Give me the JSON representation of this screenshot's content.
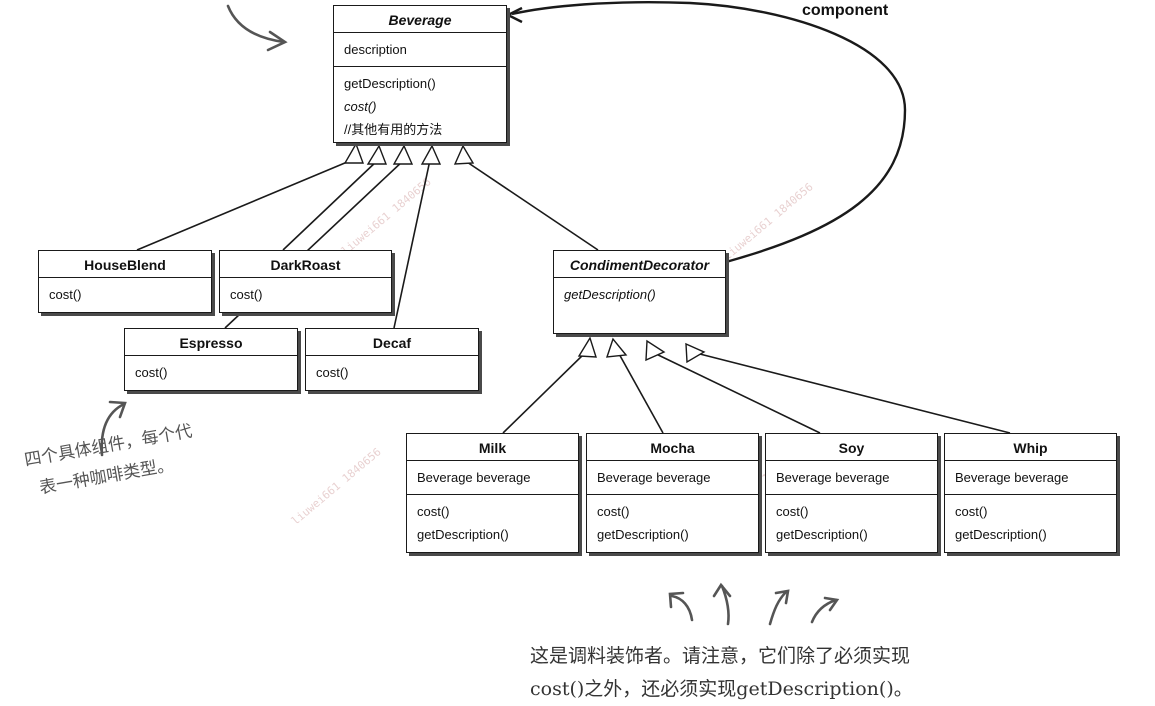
{
  "labels": {
    "component": "component"
  },
  "classes": {
    "beverage": {
      "name": "Beverage",
      "attrs": [
        "description"
      ],
      "methods": [
        "getDescription()",
        "cost()",
        "//其他有用的方法"
      ]
    },
    "houseblend": {
      "name": "HouseBlend",
      "methods": [
        "cost()"
      ]
    },
    "darkroast": {
      "name": "DarkRoast",
      "methods": [
        "cost()"
      ]
    },
    "espresso": {
      "name": "Espresso",
      "methods": [
        "cost()"
      ]
    },
    "decaf": {
      "name": "Decaf",
      "methods": [
        "cost()"
      ]
    },
    "condiment": {
      "name": "CondimentDecorator",
      "methods": [
        "getDescription()"
      ]
    },
    "milk": {
      "name": "Milk",
      "attrs": [
        "Beverage beverage"
      ],
      "methods": [
        "cost()",
        "getDescription()"
      ]
    },
    "mocha": {
      "name": "Mocha",
      "attrs": [
        "Beverage beverage"
      ],
      "methods": [
        "cost()",
        "getDescription()"
      ]
    },
    "soy": {
      "name": "Soy",
      "attrs": [
        "Beverage beverage"
      ],
      "methods": [
        "cost()",
        "getDescription()"
      ]
    },
    "whip": {
      "name": "Whip",
      "attrs": [
        "Beverage beverage"
      ],
      "methods": [
        "cost()",
        "getDescription()"
      ]
    }
  },
  "notes": {
    "left_line1": "四个具体组件，每个代",
    "left_line2": "表一种咖啡类型。",
    "bottom_line1": "这是调料装饰者。请注意，它们除了必须实现",
    "bottom_line2": "cost()之外，还必须实现getDescription()。"
  },
  "watermark": "liuwei661 1840656",
  "colors": {
    "line": "#1a1a1a",
    "arrow": "#555555"
  }
}
